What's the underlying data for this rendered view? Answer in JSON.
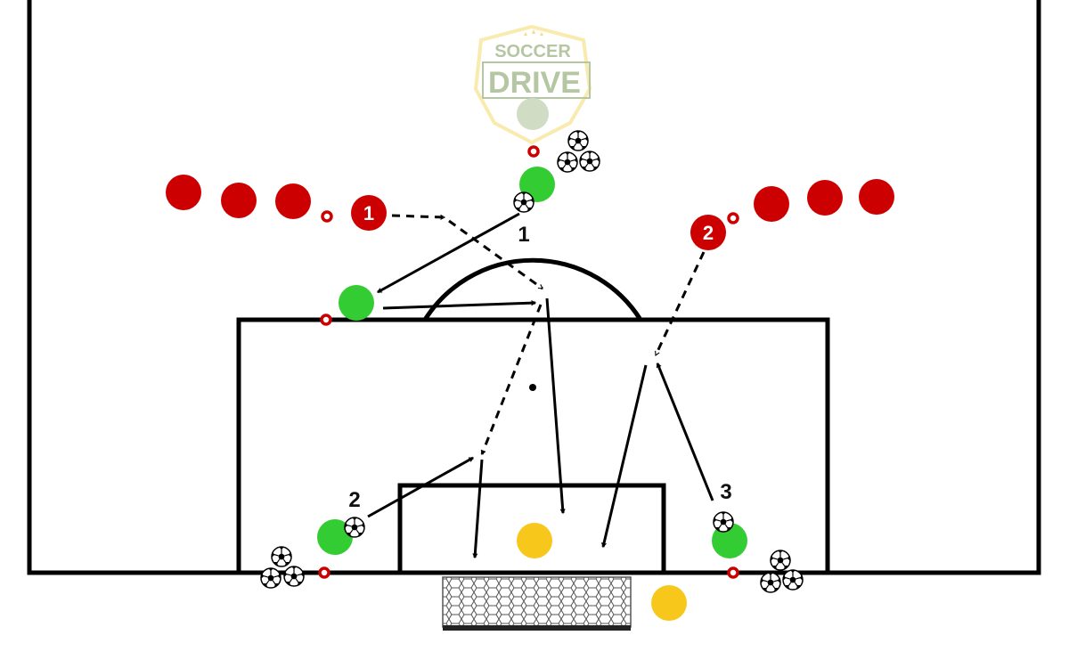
{
  "logo": {
    "line1": "SOCCER",
    "line2": "DRIVE"
  },
  "colors": {
    "attacker": "#33cc33",
    "defender": "#cc0000",
    "goalkeeper": "#f7c71c",
    "lines": "#000000"
  },
  "attacker_labels": [
    "1",
    "2",
    "3"
  ],
  "defender_numbers": [
    "1",
    "2"
  ]
}
